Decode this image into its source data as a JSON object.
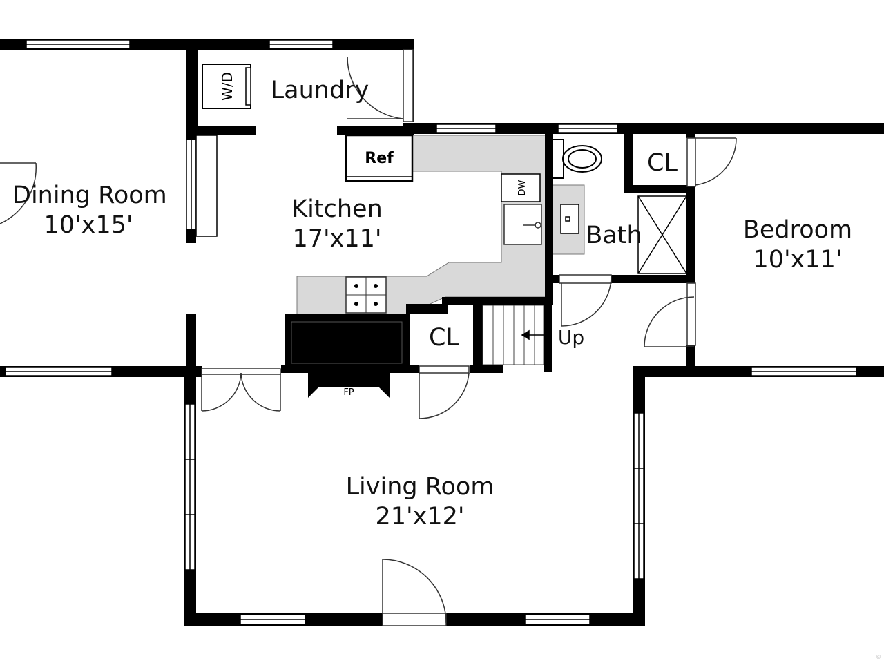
{
  "rooms": {
    "dining": {
      "name": "Dining Room",
      "dims": "10'x15'"
    },
    "laundry": {
      "name": "Laundry"
    },
    "kitchen": {
      "name": "Kitchen",
      "dims": "17'x11'"
    },
    "bath": {
      "name": "Bath"
    },
    "bedroom": {
      "name": "Bedroom",
      "dims": "10'x11'"
    },
    "living": {
      "name": "Living Room",
      "dims": "21'x12'"
    },
    "closet_bath": {
      "name": "CL"
    },
    "closet_kitchen": {
      "name": "CL"
    }
  },
  "fixtures": {
    "washer_dryer": "W/D",
    "refrigerator": "Ref",
    "dishwasher": "DW",
    "fireplace": "FP",
    "stairs": "Up"
  },
  "colors": {
    "wall": "#000000",
    "counter": "#d9d9d9",
    "background": "#ffffff"
  },
  "copyright_mark": "©"
}
